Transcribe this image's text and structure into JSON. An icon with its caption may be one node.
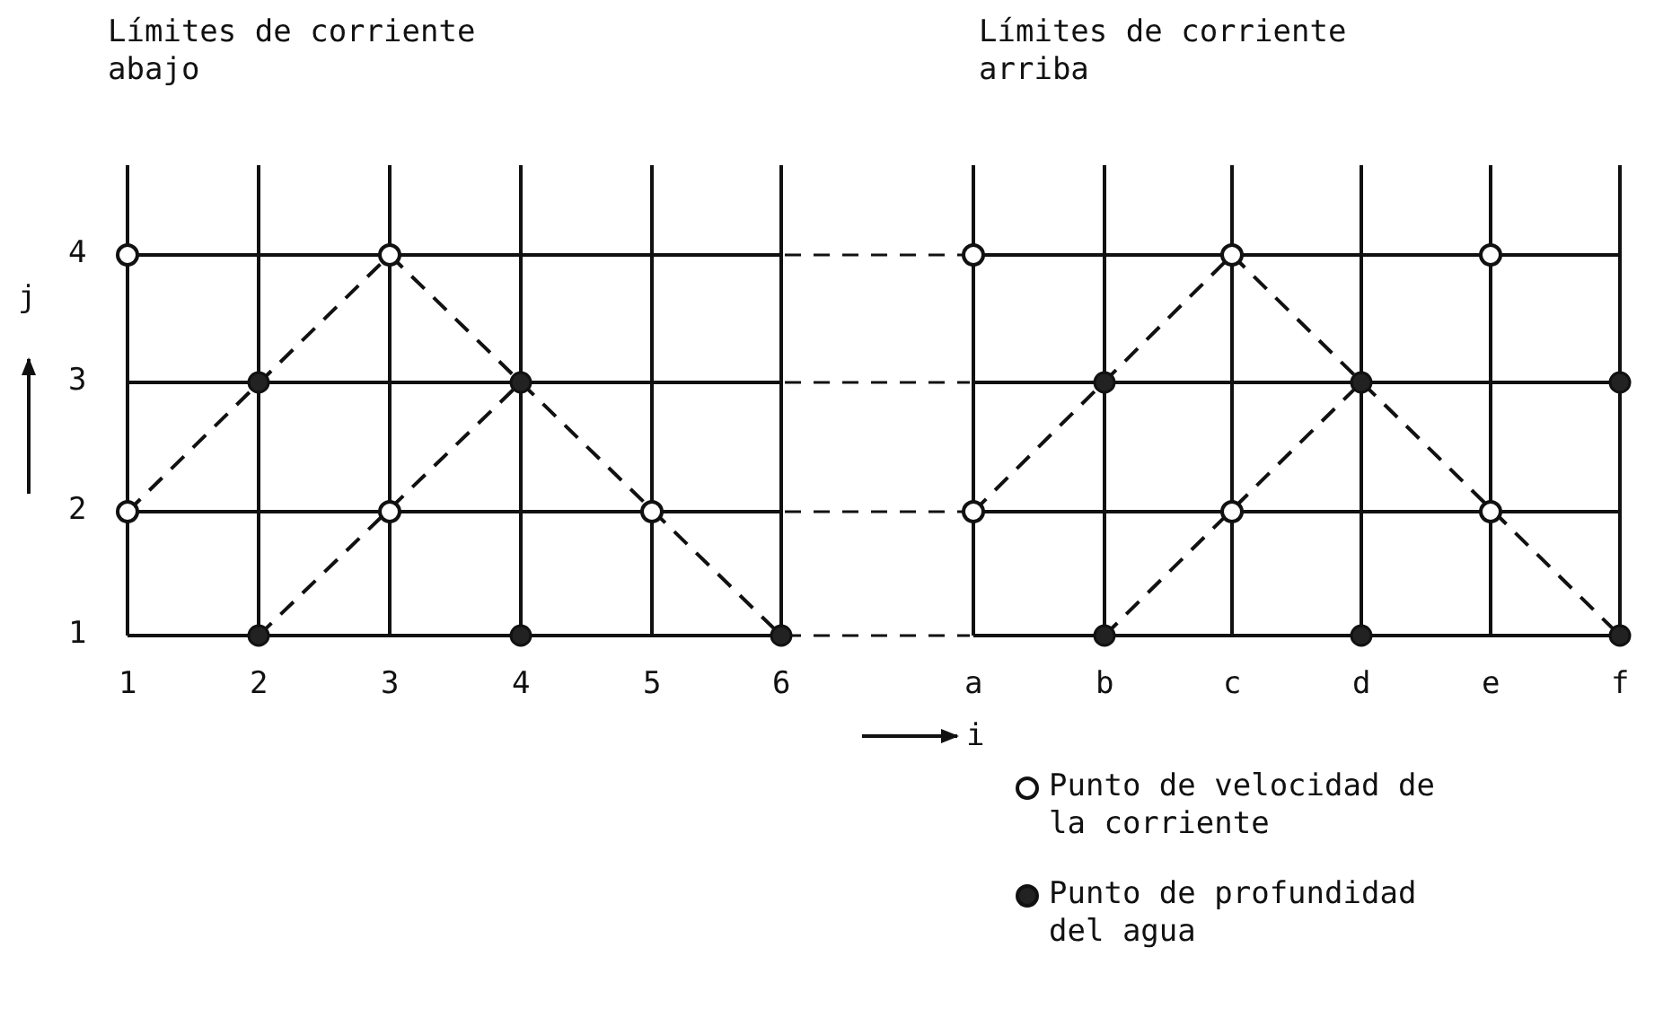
{
  "diagram": {
    "labels": [
      "Límites de corriente abajo",
      "Límites de corriente arriba",
      "4",
      "j",
      "3",
      "2",
      "1",
      "1",
      "2",
      "3",
      "4",
      "5",
      "6",
      "a",
      "b",
      "c",
      "d",
      "e",
      "f",
      "i"
    ],
    "legend": [
      {
        "text": "Punto de velocidad de la corriente"
      },
      {
        "text": "Punto de profundidad del agua"
      }
    ]
  }
}
